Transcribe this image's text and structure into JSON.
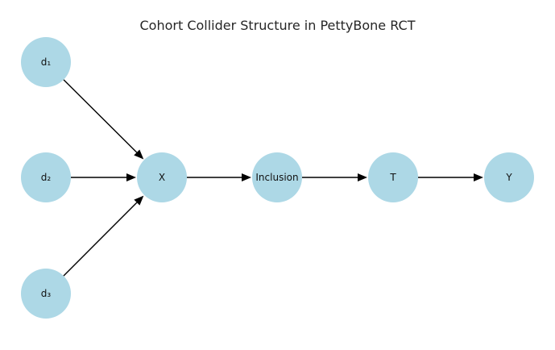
{
  "title": "Cohort Collider Structure in PettyBone RCT",
  "node_color": "#add8e6",
  "edge_color": "#000000",
  "nodes": [
    {
      "id": "d1",
      "label": "d₁"
    },
    {
      "id": "d2",
      "label": "d₂"
    },
    {
      "id": "d3",
      "label": "d₃"
    },
    {
      "id": "X",
      "label": "X"
    },
    {
      "id": "Inclusion",
      "label": "Inclusion"
    },
    {
      "id": "T",
      "label": "T"
    },
    {
      "id": "Y",
      "label": "Y"
    }
  ],
  "edges": [
    {
      "from": "d1",
      "to": "X"
    },
    {
      "from": "d2",
      "to": "X"
    },
    {
      "from": "d3",
      "to": "X"
    },
    {
      "from": "X",
      "to": "Inclusion"
    },
    {
      "from": "Inclusion",
      "to": "T"
    },
    {
      "from": "T",
      "to": "Y"
    }
  ]
}
